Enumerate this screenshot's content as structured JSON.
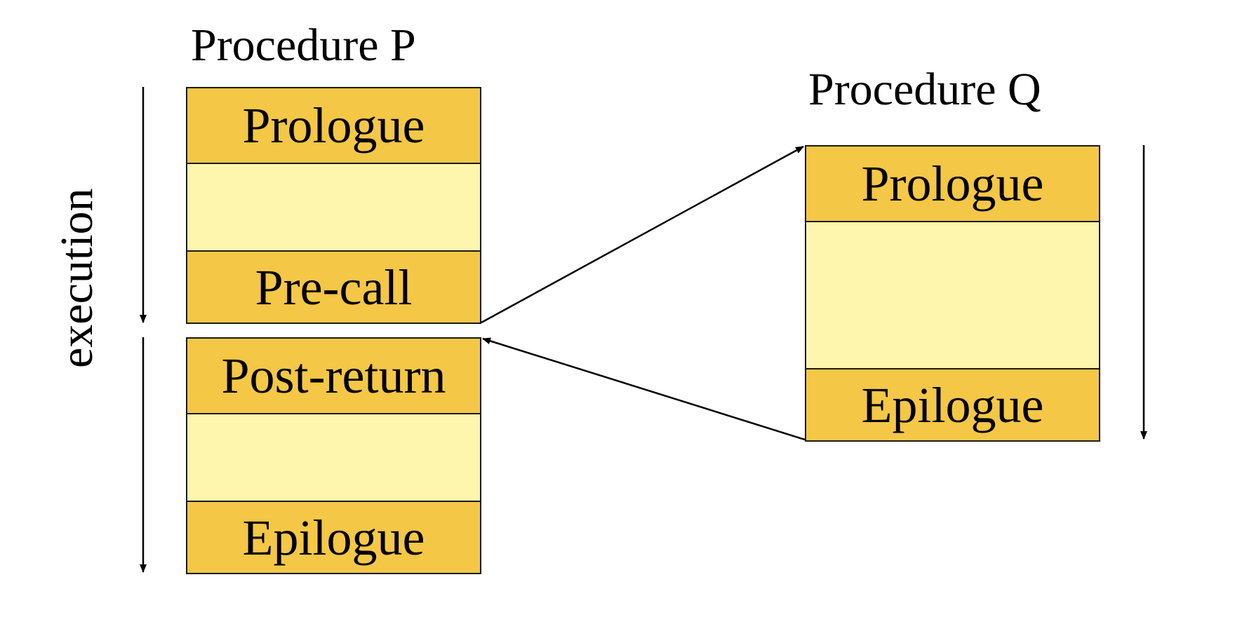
{
  "axis_label": "execution",
  "procedure_p": {
    "title": "Procedure P",
    "before_call": [
      "Prologue",
      "",
      "Pre-call"
    ],
    "after_return": [
      "Post-return",
      "",
      "Epilogue"
    ]
  },
  "procedure_q": {
    "title": "Procedure Q",
    "sections": [
      "Prologue",
      "",
      "Epilogue"
    ]
  },
  "colors": {
    "section_fill": "#f5c746",
    "body_fill": "#fff6ae",
    "line": "#000000"
  }
}
